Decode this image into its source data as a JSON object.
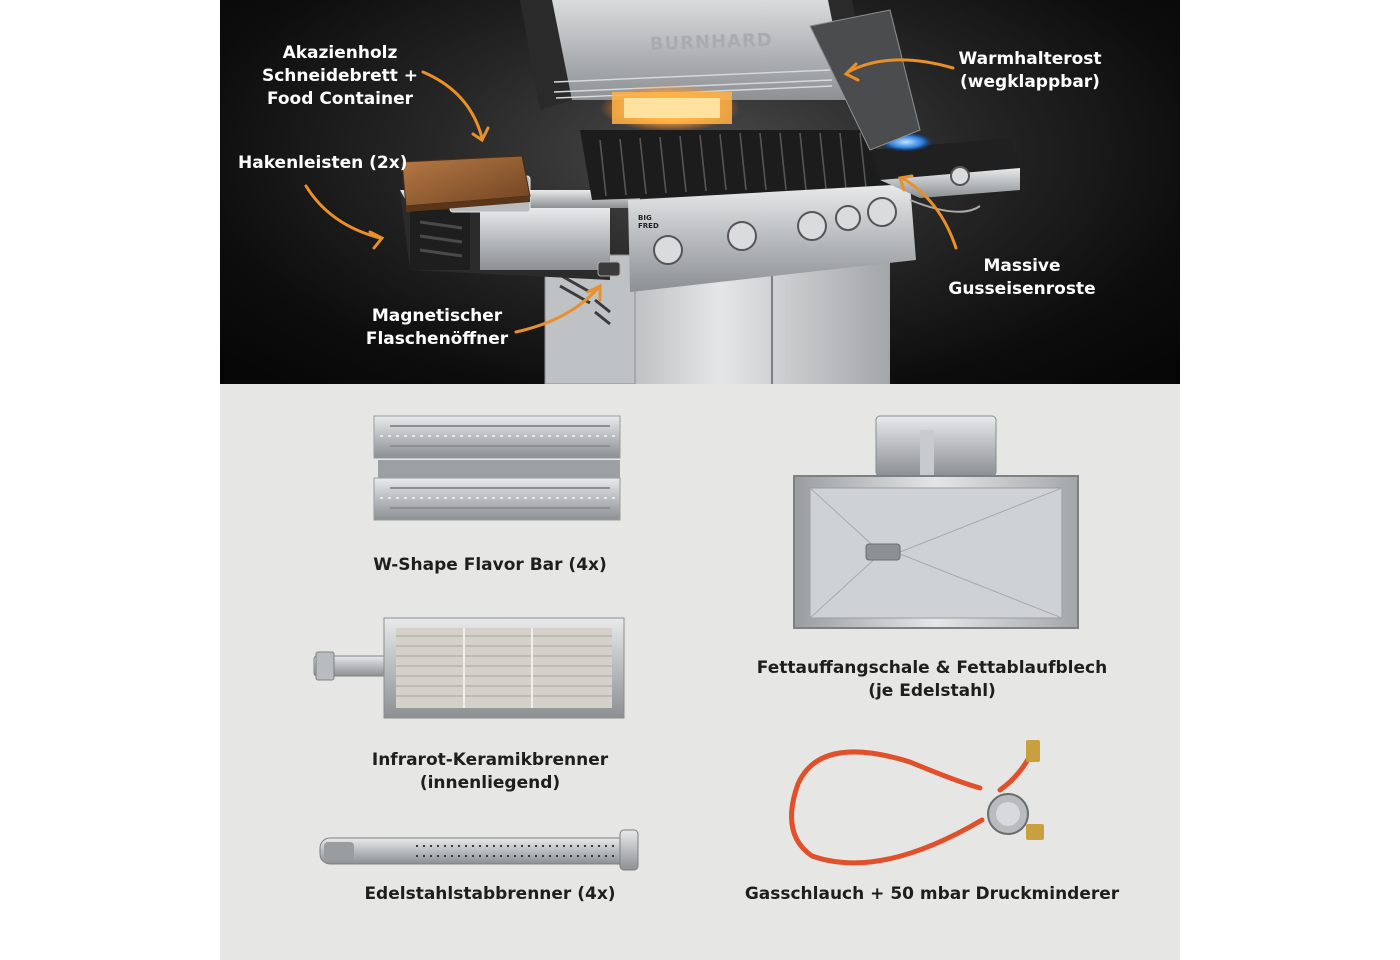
{
  "grill": {
    "brand_logo": "BURNHARD",
    "badge": [
      "BIG",
      "FRED"
    ]
  },
  "callouts": {
    "cutting_board": [
      "Akazienholz",
      "Schneidebrett +",
      "Food Container"
    ],
    "warming_rack": [
      "Warmhalterost",
      "(wegklappbar)"
    ],
    "hook_rails": [
      "Hakenleisten (2x)"
    ],
    "cast_iron": [
      "Massive",
      "Gusseisenroste"
    ],
    "bottle_opener": [
      "Magnetischer",
      "Flaschenöffner"
    ]
  },
  "parts": {
    "flavor_bar": [
      "W-Shape Flavor Bar (4x)"
    ],
    "drip_tray": [
      "Fettauffangschale & Fettablaufblech",
      "(je Edelstahl)"
    ],
    "infrared_burner": [
      "Infrarot-Keramikbrenner",
      "(innenliegend)"
    ],
    "tube_burner": [
      "Edelstahlstabbrenner (4x)"
    ],
    "gas_hose": [
      "Gasschlauch + 50 mbar Druckminderer"
    ]
  },
  "colors": {
    "arrow": "#e8902a",
    "flame": "#ffb347",
    "hose": "#e0502a",
    "steel": "#c9ccce"
  }
}
